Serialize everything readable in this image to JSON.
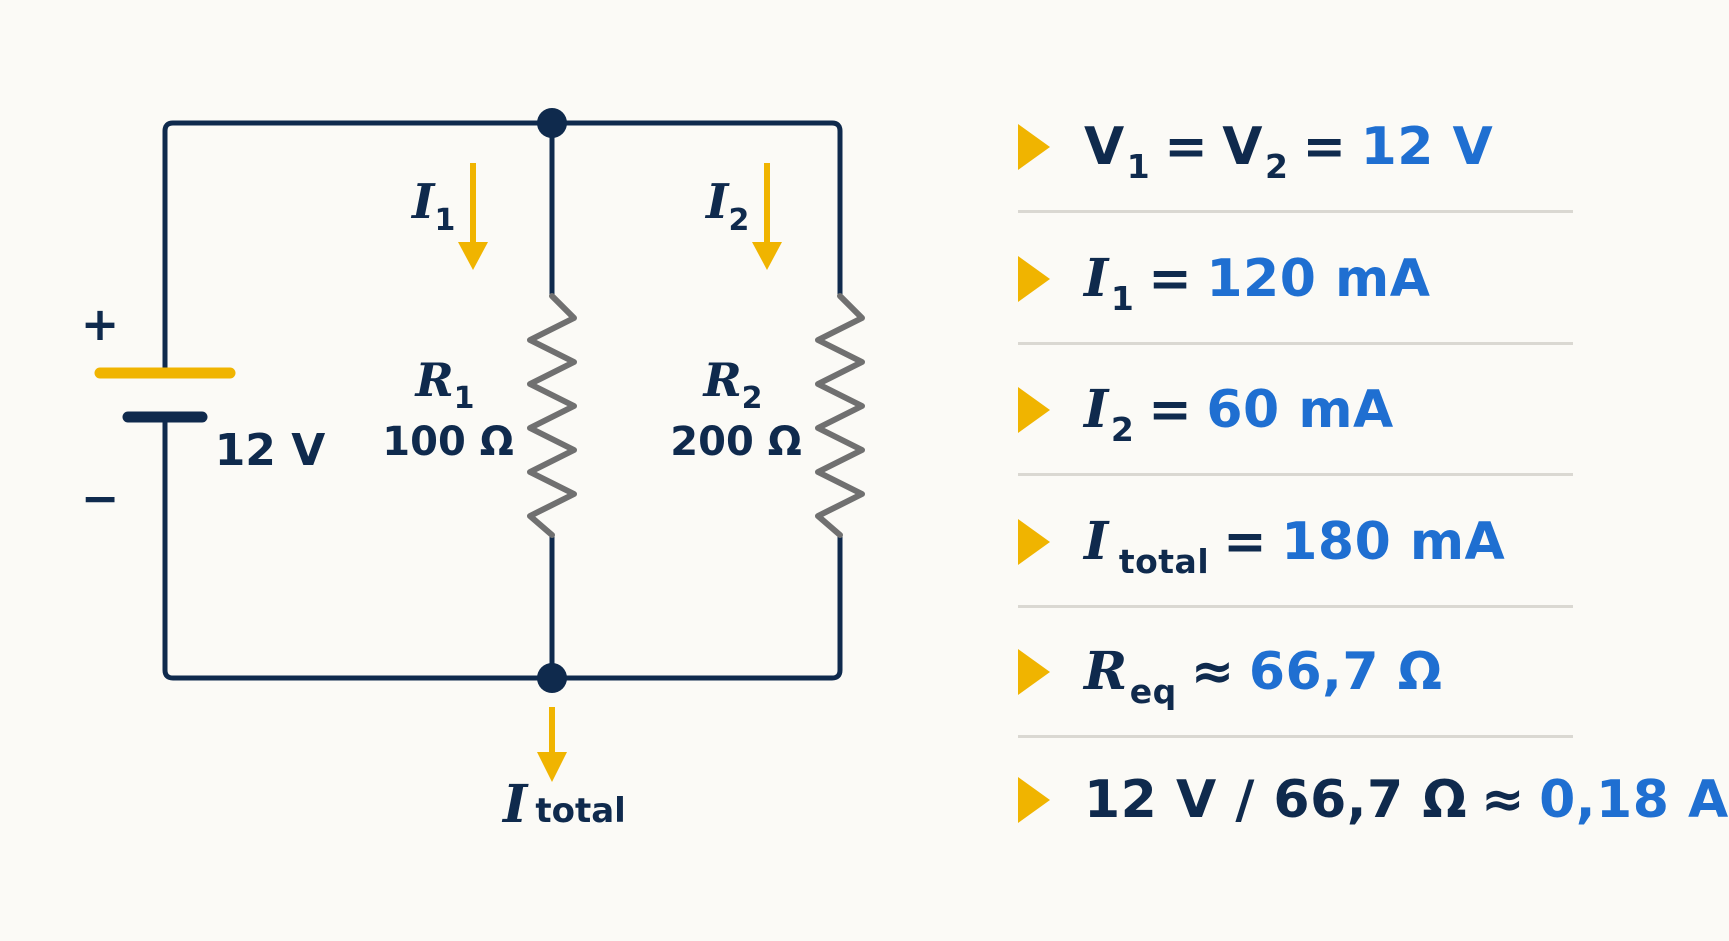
{
  "colors": {
    "wire": "#0f2a4d",
    "accent": "#f0b400",
    "resistor": "#707070",
    "value": "#1f6fd1",
    "divider": "#dad8d2"
  },
  "circuit": {
    "battery": {
      "plus": "+",
      "minus": "−",
      "voltage": "12 V"
    },
    "r1": {
      "name": "R",
      "sub": "1",
      "value": "100 Ω"
    },
    "r2": {
      "name": "R",
      "sub": "2",
      "value": "200 Ω"
    },
    "i1": {
      "name": "I",
      "sub": "1"
    },
    "i2": {
      "name": "I",
      "sub": "2"
    },
    "itotal": {
      "name": "I",
      "sub": "total"
    }
  },
  "results": [
    {
      "lhs": "V",
      "lhs_sub": "1",
      "op1": "=",
      "mid": "V",
      "mid_sub": "2",
      "op2": "=",
      "value": "12 V"
    },
    {
      "lhs": "I",
      "lhs_sub": "1",
      "op": "=",
      "value": "120 mA"
    },
    {
      "lhs": "I",
      "lhs_sub": "2",
      "op": "=",
      "value": "60 mA"
    },
    {
      "lhs": "I",
      "lhs_sub": "total",
      "op": "=",
      "value": "180 mA"
    },
    {
      "lhs": "R",
      "lhs_sub": "eq",
      "op": "≈",
      "value": "66,7 Ω"
    },
    {
      "expr": "12 V / 66,7 Ω",
      "op": "≈",
      "value": "0,18 A"
    }
  ]
}
